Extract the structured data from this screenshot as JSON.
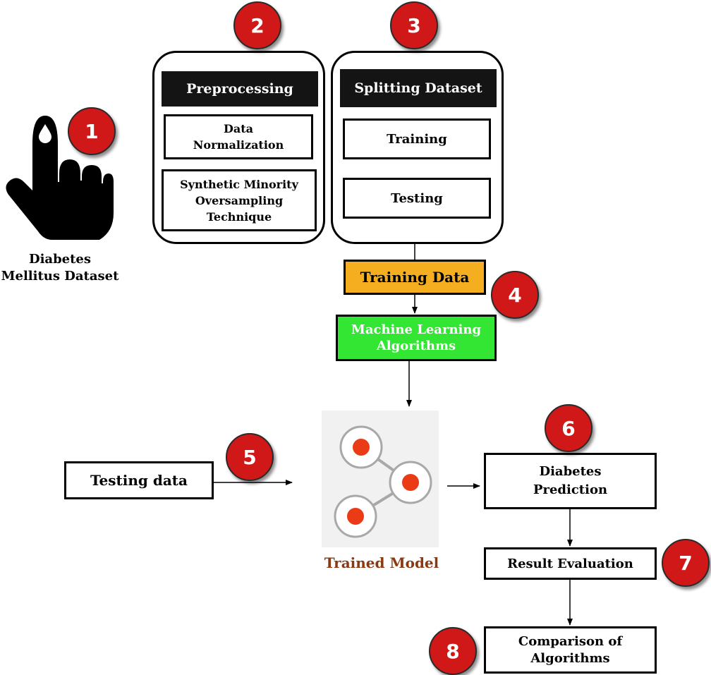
{
  "dataset": {
    "icon": "finger-blood-drop-icon",
    "label": "Diabetes\nMellitus Dataset"
  },
  "preprocessing": {
    "title": "Preprocessing",
    "steps": [
      "Data\nNormalization",
      "Synthetic Minority\nOversampling\nTechnique"
    ]
  },
  "splitting": {
    "title": "Splitting Dataset",
    "parts": [
      "Training",
      "Testing"
    ]
  },
  "training_data": {
    "label": "Training Data",
    "color": "#f5ae1f"
  },
  "algorithms": {
    "label": "Machine Learning\nAlgorithms",
    "color": "#33e633"
  },
  "testing_data": {
    "label": "Testing data"
  },
  "trained_model": {
    "label": "Trained Model",
    "icon": "network-nodes-icon",
    "label_color": "#8a3a12"
  },
  "prediction": {
    "label": "Diabetes\nPrediction"
  },
  "evaluation": {
    "label": "Result Evaluation"
  },
  "comparison": {
    "label": "Comparison of\nAlgorithms"
  },
  "steps": [
    "1",
    "2",
    "3",
    "4",
    "5",
    "6",
    "7",
    "8"
  ],
  "colors": {
    "badge": "#d01818",
    "header": "#141414"
  }
}
